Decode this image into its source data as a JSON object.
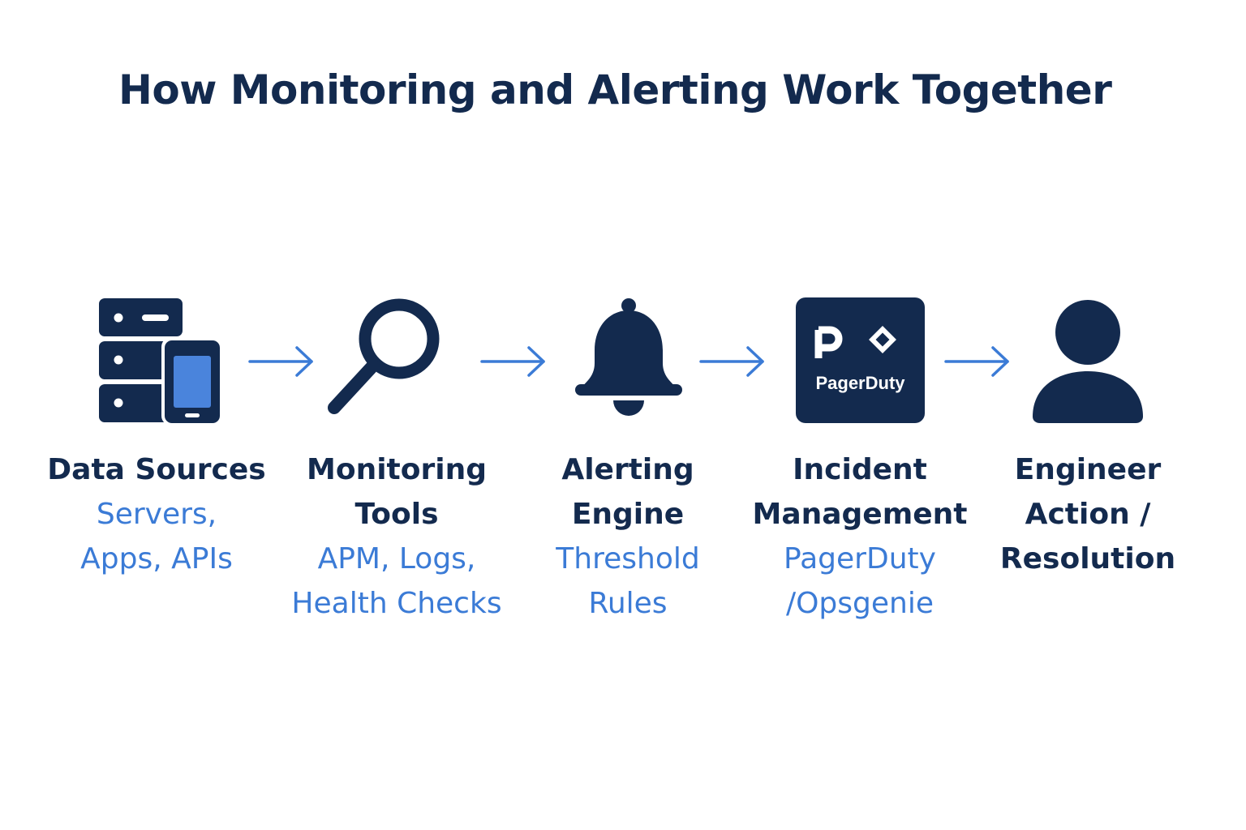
{
  "title": "How Monitoring and Alerting Work Together",
  "colors": {
    "primary": "#132a4e",
    "accent": "#3b7bd6",
    "screen": "#4a84dc",
    "background": "#ffffff"
  },
  "steps": [
    {
      "icon": "server-phone-icon",
      "title_lines": [
        "Data Sources"
      ],
      "detail_lines": [
        "Servers,",
        "Apps, APIs"
      ]
    },
    {
      "icon": "magnifier-icon",
      "title_lines": [
        "Monitoring",
        "Tools"
      ],
      "detail_lines": [
        "APM, Logs,",
        "Health Checks"
      ]
    },
    {
      "icon": "bell-icon",
      "title_lines": [
        "Alerting",
        "Engine"
      ],
      "detail_lines": [
        "Threshold",
        "Rules"
      ]
    },
    {
      "icon": "pagerduty-logo-icon",
      "logo_text": "PagerDuty",
      "title_lines": [
        "Incident",
        "Management"
      ],
      "detail_lines": [
        "PagerDuty",
        "/Opsgenie"
      ]
    },
    {
      "icon": "person-icon",
      "title_lines": [
        "Engineer",
        "Action /",
        "Resolution"
      ],
      "detail_lines": []
    }
  ],
  "arrows": [
    "arrow-right-icon",
    "arrow-right-icon",
    "arrow-right-icon",
    "arrow-right-icon"
  ]
}
